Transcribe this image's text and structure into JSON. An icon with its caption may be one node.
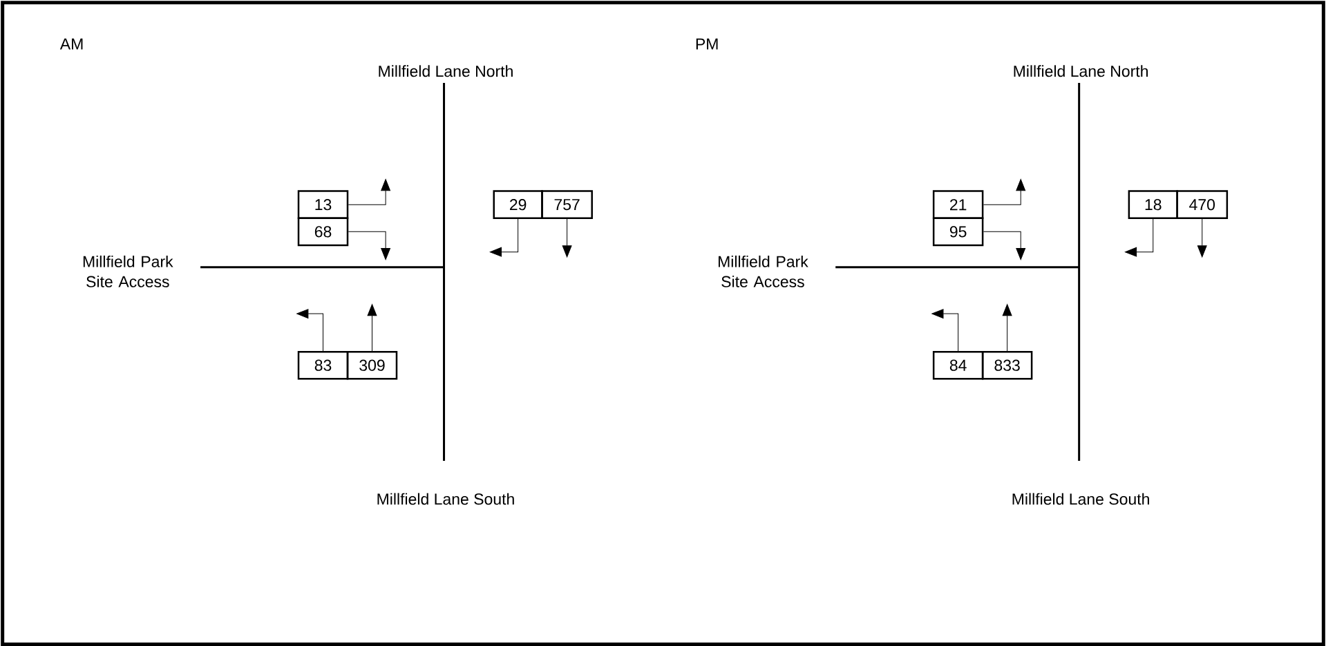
{
  "diagram": {
    "nodes": [
      {
        "text": [
          "13"
        ]
      },
      {
        "text": [
          "68"
        ]
      },
      {
        "text": [
          "29"
        ]
      },
      {
        "text": [
          "757"
        ]
      },
      {
        "text": [
          "83"
        ]
      },
      {
        "text": [
          "309"
        ]
      },
      {
        "text": [
          "21"
        ]
      },
      {
        "text": [
          "95"
        ]
      },
      {
        "text": [
          "18"
        ]
      },
      {
        "text": [
          "470"
        ]
      },
      {
        "text": [
          "84"
        ]
      },
      {
        "text": [
          "833"
        ]
      }
    ],
    "edges": [
      {
        "from": 0,
        "to": null,
        "arrow": "to"
      },
      {
        "from": 1,
        "to": null,
        "arrow": "to"
      },
      {
        "from": 2,
        "to": null,
        "arrow": "to"
      },
      {
        "from": 3,
        "to": null,
        "arrow": "to"
      },
      {
        "from": 4,
        "to": null,
        "arrow": "to"
      },
      {
        "from": 5,
        "to": null,
        "arrow": "to"
      },
      {
        "from": 6,
        "to": null,
        "arrow": "to"
      },
      {
        "from": 7,
        "to": null,
        "arrow": "to"
      },
      {
        "from": 8,
        "to": null,
        "arrow": "to"
      },
      {
        "from": 9,
        "to": null,
        "arrow": "to"
      },
      {
        "from": 10,
        "to": null,
        "arrow": "to"
      },
      {
        "from": 11,
        "to": null,
        "arrow": "to"
      }
    ],
    "labels": [
      "AM",
      "PM",
      "Millfield Lane North",
      "Millfield Lane North",
      "Millfield Park Site Access",
      "Millfield Park Site Access",
      "Millfield Lane South",
      "Millfield Lane South"
    ]
  }
}
